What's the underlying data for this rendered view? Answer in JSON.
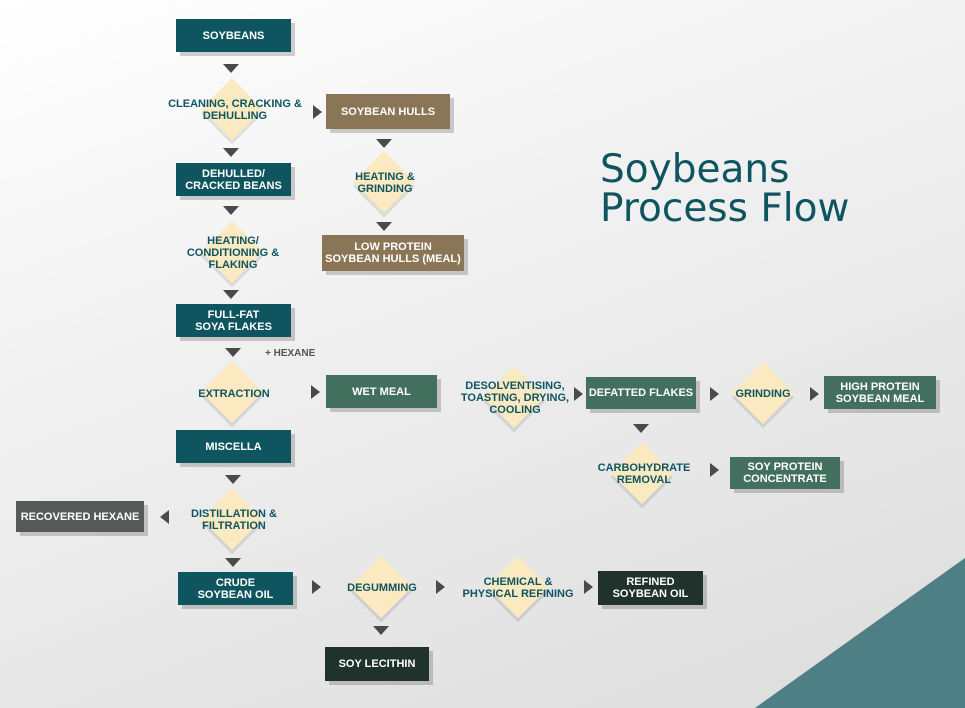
{
  "title": "Soybeans\nProcess Flow",
  "note_hexane": "+ HEXANE",
  "colors": {
    "teal": "#0e5560",
    "brown": "#8a7656",
    "green": "#43705e",
    "dark": "#1f332c",
    "grey": "#555a58",
    "diamond": "#fbe9c2"
  },
  "boxes": {
    "soybeans": "SOYBEANS",
    "soybean_hulls": "SOYBEAN HULLS",
    "dehulled": "DEHULLED/\nCRACKED BEANS",
    "low_protein": "LOW PROTEIN\nSOYBEAN HULLS (MEAL)",
    "full_fat": "FULL-FAT\nSOYA FLAKES",
    "wet_meal": "WET MEAL",
    "defatted": "DEFATTED FLAKES",
    "high_protein": "HIGH PROTEIN\nSOYBEAN MEAL",
    "miscella": "MISCELLA",
    "soy_protein": "SOY PROTEIN\nCONCENTRATE",
    "recovered_hexane": "RECOVERED HEXANE",
    "crude_oil": "CRUDE\nSOYBEAN OIL",
    "refined_oil": "REFINED\nSOYBEAN OIL",
    "soy_lecithin": "SOY LECITHIN"
  },
  "steps": {
    "cleaning": "CLEANING, CRACKING &\nDEHULLING",
    "heating_grinding": "HEATING &\nGRINDING",
    "heating_conditioning": "HEATING/\nCONDITIONING &\nFLAKING",
    "extraction": "EXTRACTION",
    "desolventising": "DESOLVENTISING,\nTOASTING, DRYING,\nCOOLING",
    "grinding": "GRINDING",
    "carbohydrate": "CARBOHYDRATE\nREMOVAL",
    "distillation": "DISTILLATION &\nFILTRATION",
    "degumming": "DEGUMMING",
    "refining": "CHEMICAL &\nPHYSICAL REFINING"
  }
}
